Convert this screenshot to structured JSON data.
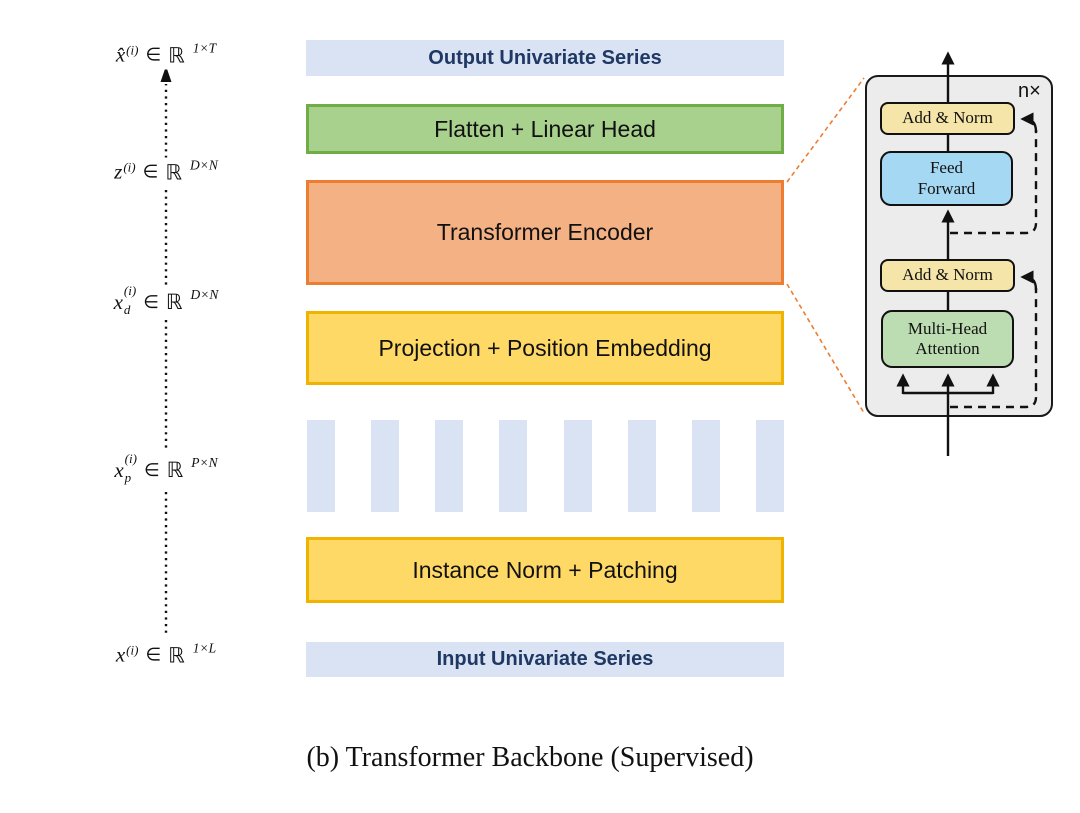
{
  "figure_caption": "(b) Transformer Backbone (Supervised)",
  "tensor_labels": [
    {
      "var": "x̂",
      "sup": "(i)",
      "sub": "",
      "element_of": "∈",
      "set": "ℝ",
      "dims": "1×T"
    },
    {
      "var": "z",
      "sup": "(i)",
      "sub": "",
      "element_of": "∈",
      "set": "ℝ",
      "dims": "D×N"
    },
    {
      "var": "x",
      "sup": "(i)",
      "sub": "d",
      "element_of": "∈",
      "set": "ℝ",
      "dims": "D×N"
    },
    {
      "var": "x",
      "sup": "(i)",
      "sub": "p",
      "element_of": "∈",
      "set": "ℝ",
      "dims": "P×N"
    },
    {
      "var": "x",
      "sup": "(i)",
      "sub": "",
      "element_of": "∈",
      "set": "ℝ",
      "dims": "1×L"
    }
  ],
  "pipeline": {
    "output_band_label": "Output Univariate Series",
    "flatten_head_label": "Flatten + Linear Head",
    "encoder_label": "Transformer Encoder",
    "projection_label": "Projection + Position Embedding",
    "instance_norm_label": "Instance Norm + Patching",
    "input_band_label": "Input Univariate Series",
    "patch_count": 8
  },
  "encoder_detail": {
    "repeat_label": "n×",
    "add_norm_top_label": "Add & Norm",
    "feed_forward_label": "Feed\nForward",
    "add_norm_bottom_label": "Add & Norm",
    "multi_head_attention_label": "Multi-Head\nAttention"
  },
  "colors": {
    "band_fill": "#dae3f3",
    "band_text": "#1f3864",
    "green_fill": "#a9d18e",
    "green_border": "#70ad47",
    "orange_fill": "#f4b183",
    "orange_border": "#ed7d31",
    "yellow_fill": "#ffd966",
    "yellow_border": "#f0b400",
    "patch_fill": "#dae3f3",
    "panel_fill": "#ececec",
    "panel_border": "#1a1a1a",
    "add_norm_fill": "#f6e5a9",
    "feed_forward_fill": "#a5d8f2",
    "attention_fill": "#bcdcb1",
    "connector_orange": "#ed7d31",
    "line_black": "#111111"
  }
}
